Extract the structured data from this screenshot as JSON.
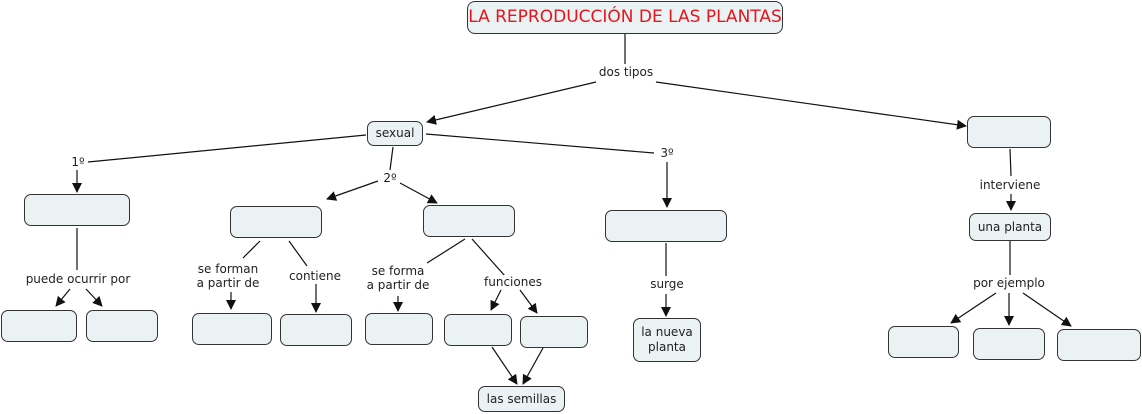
{
  "title": "LA REPRODUCCIÓN DE LAS PLANTAS",
  "colors": {
    "title_text": "#e8141c",
    "node_fill": "#ebf2f4",
    "node_border": "#333333",
    "line": "#111111"
  },
  "nodes": {
    "root": "LA REPRODUCCIÓN DE LAS PLANTAS",
    "sexual": "sexual",
    "asexual": "",
    "step1": "",
    "step1_a": "",
    "step1_b": "",
    "step2_a": "",
    "step2_b": "",
    "step2_a_1": "",
    "step2_a_2": "",
    "step2_b_1": "",
    "step2_b_2": "",
    "step2_b_3": "",
    "semillas": "las semillas",
    "step3": "",
    "nueva_planta": "la nueva\nplanta",
    "una_planta": "una planta",
    "ej1": "",
    "ej2": "",
    "ej3": ""
  },
  "links": {
    "dos_tipos": "dos tipos",
    "primero": "1º",
    "segundo": "2º",
    "tercero": "3º",
    "puede_ocurrir": "puede ocurrir por",
    "se_forman": "se forman\na partir de",
    "contiene": "contiene",
    "se_forma": "se forma\na partir de",
    "funciones": "funciones",
    "surge": "surge",
    "interviene": "interviene",
    "por_ejemplo": "por ejemplo"
  }
}
